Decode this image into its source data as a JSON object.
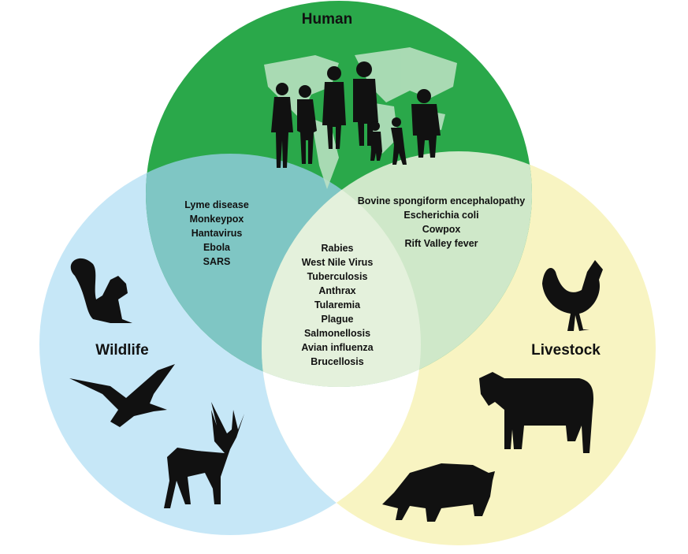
{
  "title_human": "Human",
  "title_wildlife": "Wildlife",
  "title_livestock": "Livestock",
  "human_wildlife": [
    "Lyme disease",
    "Monkeypox",
    "Hantavirus",
    "Ebola",
    "SARS"
  ],
  "human_livestock": [
    "Bovine spongiform encephalopathy",
    "Escherichia coli",
    "Cowpox",
    "Rift Valley fever"
  ],
  "all_three": [
    "Rabies",
    "West Nile Virus",
    "Tuberculosis",
    "Anthrax",
    "Tularemia",
    "Plague",
    "Salmonellosis",
    "Avian influenza",
    "Brucellosis"
  ],
  "colors": {
    "human": "#2aa84a",
    "wildlife": "#c6e7f7",
    "livestock": "#f8f4c2",
    "human_wildlife": "#7fc6c4",
    "human_livestock": "#cfe8c9",
    "wildlife_livestock": "#ffffff",
    "center": "#e4f1dc",
    "silhouette": "#111111"
  }
}
